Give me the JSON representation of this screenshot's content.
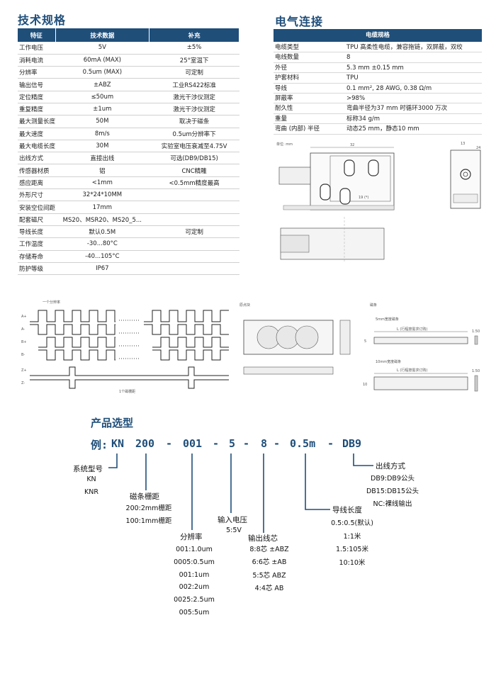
{
  "spec": {
    "title": "技术规格",
    "headers": [
      "特征",
      "技术数据",
      "补充"
    ],
    "rows": [
      [
        "工作电压",
        "5V",
        "±5%"
      ],
      [
        "消耗电流",
        "60mA (MAX)",
        "25°室温下"
      ],
      [
        "分辨率",
        "0.5um (MAX)",
        "可定制"
      ],
      [
        "输出信号",
        "±ABZ",
        "工业RS422标准"
      ],
      [
        "定位精度",
        "≤50um",
        "激光干涉仪测定"
      ],
      [
        "重复精度",
        "±1um",
        "激光干涉仪测定"
      ],
      [
        "最大测量长度",
        "50M",
        "取决于磁条"
      ],
      [
        "最大速度",
        "8m/s",
        "0.5um分辨率下"
      ],
      [
        "最大电缆长度",
        "30M",
        "实验室电压衰减至4.75V"
      ],
      [
        "出线方式",
        "直接出线",
        "可选(DB9/DB15)"
      ],
      [
        "传感器材质",
        "铝",
        "CNC精雕"
      ],
      [
        "感应距离",
        "<1mm",
        "<0.5mm精度最高"
      ],
      [
        "外形尺寸",
        "32*24*10MM",
        ""
      ],
      [
        "安装空位间距",
        "17mm",
        ""
      ],
      [
        "配套磁尺",
        "MS20、MSR20、MS20_5...",
        ""
      ],
      [
        "导线长度",
        "默认0.5M",
        "可定制"
      ],
      [
        "工作温度",
        "-30...80°C",
        ""
      ],
      [
        "存储寿命",
        "-40...105°C",
        ""
      ],
      [
        "防护等级",
        "IP67",
        ""
      ]
    ]
  },
  "electrical": {
    "title": "电气连接",
    "header": "电缆规格",
    "rows": [
      [
        "电缆类型",
        "TPU 高柔性电缆，兼容拖链，双屏蔽，双绞"
      ],
      [
        "电线数量",
        "8"
      ],
      [
        "外径",
        "5.3 mm ±0.15 mm"
      ],
      [
        "护套材料",
        "TPU"
      ],
      [
        "导线",
        "0.1 mm², 28 AWG, 0.38 Ω/m"
      ],
      [
        "屏蔽率",
        ">98%"
      ],
      [
        "耐久性",
        "弯曲半径为37 mm 时循环3000 万次"
      ],
      [
        "重量",
        "标称34 g/m"
      ],
      [
        "弯曲 (内部) 半径",
        "动态25 mm，静态10 mm"
      ]
    ]
  },
  "drawings": {
    "dim_unit": "单位: mm",
    "dim_32": "32",
    "dim_19": "19 (*)",
    "dim_13": "13",
    "dim_24": "24",
    "pulse_resolution": "一个分辨率",
    "pulse_pitch": "1个磁栅距",
    "pulse_labels": [
      "A+",
      "A-",
      "B+",
      "B-",
      "Z+",
      "Z-"
    ],
    "origin_block": "原点块",
    "magnet_strip": "磁条",
    "strip_5mm": "5mm宽度磁条",
    "strip_10mm": "10mm宽度磁条",
    "strip_length": "L (行程按需求订购)",
    "strip_thickness": "1.50",
    "strip_w5": "5",
    "strip_w10": "10"
  },
  "selection": {
    "title": "产品选型",
    "code": [
      {
        "text": "例:",
        "x": 0
      },
      {
        "text": "KN",
        "x": 0
      },
      {
        "text": "200",
        "x": 0
      },
      {
        "text": "-",
        "x": 0
      },
      {
        "text": "001",
        "x": 0
      },
      {
        "text": "-",
        "x": 0
      },
      {
        "text": "5",
        "x": 0
      },
      {
        "text": "-",
        "x": 0
      },
      {
        "text": "8",
        "x": 0
      },
      {
        "text": "-",
        "x": 0
      },
      {
        "text": "0.5m",
        "x": 0
      },
      {
        "text": "-",
        "x": 0
      },
      {
        "text": "DB9",
        "x": 0
      }
    ],
    "system_model": {
      "title": "系统型号",
      "items": [
        "KN",
        "KNR"
      ]
    },
    "pitch": {
      "title": "磁条栅距",
      "items": [
        "200:2mm栅距",
        "100:1mm栅距"
      ]
    },
    "resolution": {
      "title": "分辨率",
      "items": [
        "001:1.0um",
        "0005:0.5um",
        "001:1um",
        "002:2um",
        "0025:2.5um",
        "005:5um"
      ]
    },
    "voltage": {
      "title": "输入电压",
      "items": [
        "5:5V"
      ]
    },
    "cores": {
      "title": "输出线芯",
      "items": [
        "8:8芯 ±ABZ",
        "6:6芯 ±AB",
        "5:5芯 ABZ",
        "4:4芯 AB"
      ]
    },
    "cable_length": {
      "title": "导线长度",
      "items": [
        "0.5:0.5(默认)",
        "1:1米",
        "1.5:105米",
        "10:10米"
      ]
    },
    "outlet": {
      "title": "出线方式",
      "items": [
        "DB9:DB9公头",
        "DB15:DB15公头",
        "NC:裸线输出"
      ]
    }
  }
}
